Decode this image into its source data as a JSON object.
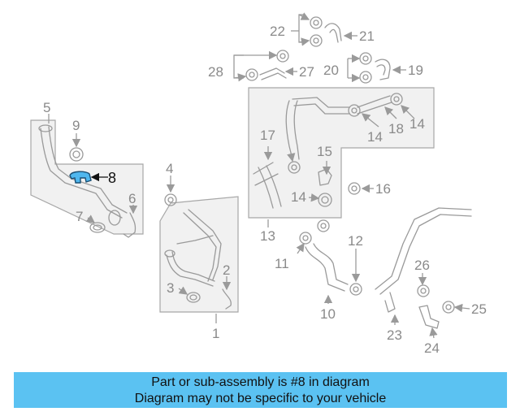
{
  "highlight": {
    "callout": "8",
    "color": "#4fb7ee"
  },
  "caption": {
    "line1": "Part or sub-assembly is #8 in diagram",
    "line2": "Diagram may not be specific to your vehicle",
    "background": "#5bc2f2"
  },
  "callouts": {
    "c1": "1",
    "c2": "2",
    "c3": "3",
    "c4": "4",
    "c5": "5",
    "c6": "6",
    "c7": "7",
    "c8": "8",
    "c9": "9",
    "c10": "10",
    "c11": "11",
    "c12": "12",
    "c13": "13",
    "c14a": "14",
    "c14b": "14",
    "c14c": "14",
    "c15": "15",
    "c16": "16",
    "c17": "17",
    "c18": "18",
    "c19": "19",
    "c20": "20",
    "c21": "21",
    "c22": "22",
    "c23": "23",
    "c24": "24",
    "c25": "25",
    "c26": "26",
    "c27": "27",
    "c28": "28"
  }
}
